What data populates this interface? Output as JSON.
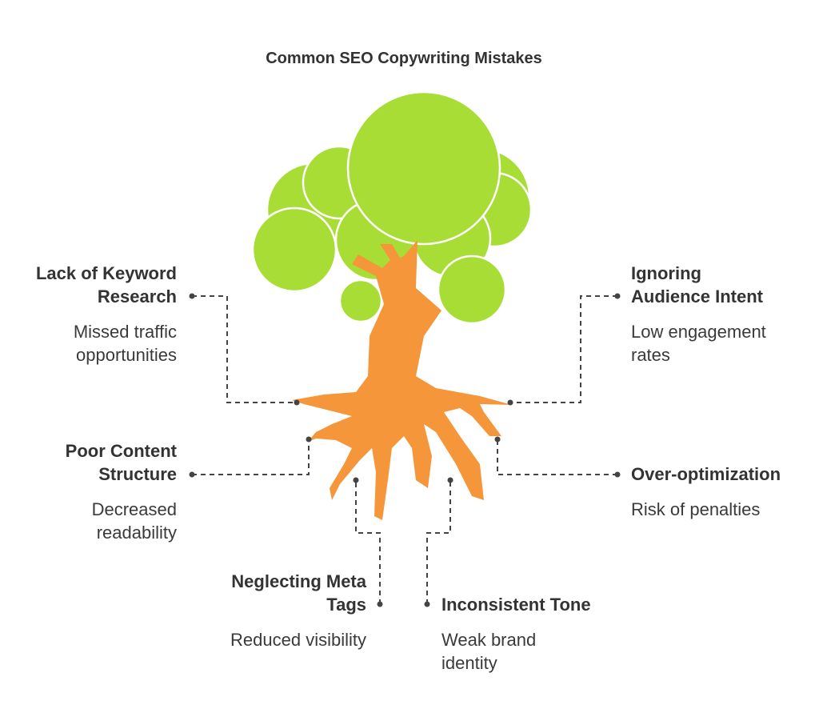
{
  "title": "Common SEO Copywriting Mistakes",
  "colors": {
    "foliage": "#a8dd36",
    "trunk": "#f5963a",
    "connector": "#444444",
    "text": "#333333"
  },
  "items": [
    {
      "heading": "Lack of Keyword Research",
      "heading_lines": [
        "Lack of Keyword",
        "Research"
      ],
      "description_lines": [
        "Missed traffic",
        "opportunities"
      ]
    },
    {
      "heading": "Ignoring Audience Intent",
      "heading_lines": [
        "Ignoring",
        "Audience Intent"
      ],
      "description_lines": [
        "Low engagement",
        "rates"
      ]
    },
    {
      "heading": "Poor Content Structure",
      "heading_lines": [
        "Poor Content",
        "Structure"
      ],
      "description_lines": [
        "Decreased",
        "readability"
      ]
    },
    {
      "heading": "Over-optimization",
      "heading_lines": [
        "Over-optimization"
      ],
      "description_lines": [
        "Risk of penalties"
      ]
    },
    {
      "heading": "Neglecting Meta Tags",
      "heading_lines": [
        "Neglecting Meta",
        "Tags"
      ],
      "description_lines": [
        "Reduced visibility"
      ]
    },
    {
      "heading": "Inconsistent Tone",
      "heading_lines": [
        "Inconsistent Tone"
      ],
      "description_lines": [
        "Weak brand",
        "identity"
      ]
    }
  ]
}
